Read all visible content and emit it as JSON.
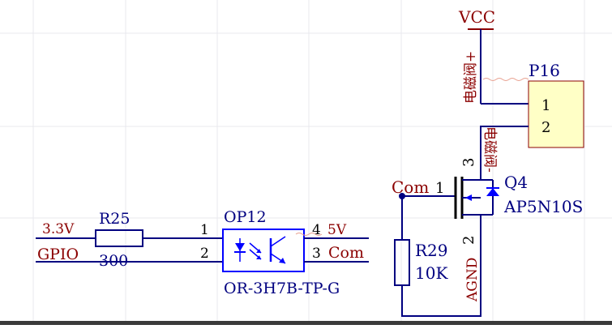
{
  "colors": {
    "background": "#ffffff",
    "wire": "#000080",
    "net_label": "#8b0000",
    "designator": "#000080",
    "component_body": "#000080",
    "connector_fill": "#ffffc6",
    "connector_stroke": "#8b0000",
    "grid": "#e9e9ee",
    "bottom_bar": "#3a3a3a"
  },
  "power": {
    "vcc": "VCC"
  },
  "nets": {
    "v33": "3.3V",
    "gpio": "GPIO",
    "v5": "5V",
    "com_right": "Com",
    "com_gate": "Com",
    "agnd": "AGND",
    "valve_plus": "电磁阀+",
    "valve_minus": "电磁阀-"
  },
  "resistor_r25": {
    "designator": "R25",
    "value": "300"
  },
  "resistor_r29": {
    "designator": "R29",
    "value": "10K"
  },
  "optocoupler_op12": {
    "designator": "OP12",
    "part": "OR-3H7B-TP-G",
    "pins": [
      "1",
      "2",
      "3",
      "4"
    ]
  },
  "mosfet_q4": {
    "designator": "Q4",
    "part": "AP5N10S",
    "pins": [
      "1",
      "2",
      "3"
    ]
  },
  "connector_p16": {
    "designator": "P16",
    "pins": [
      "1",
      "2"
    ]
  }
}
